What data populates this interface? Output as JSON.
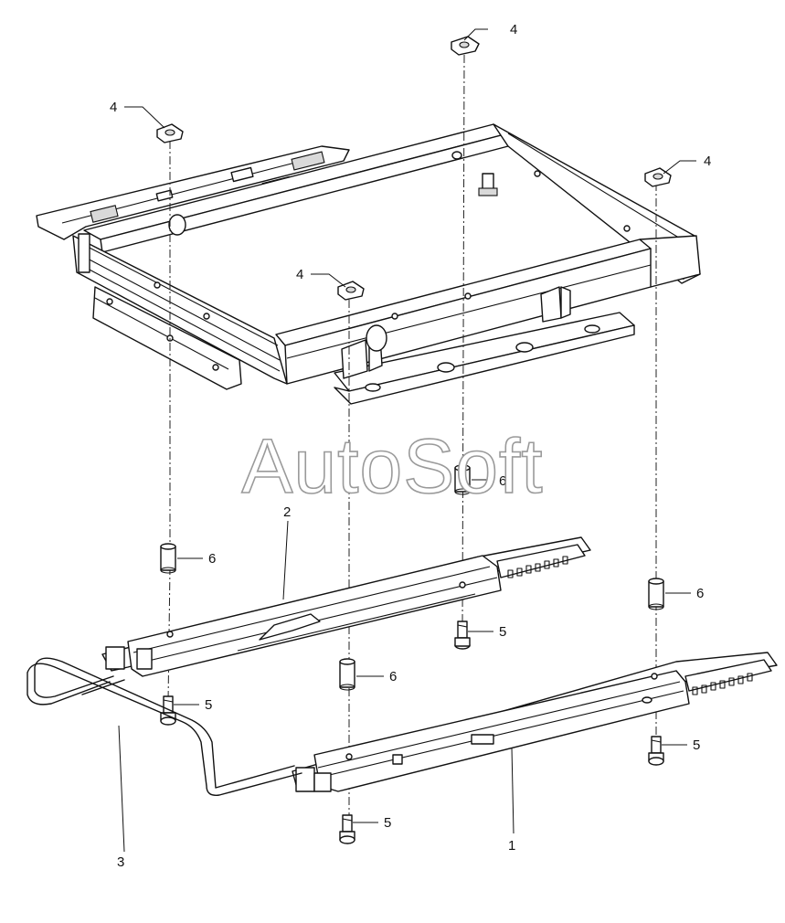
{
  "watermark": "AutoSoft",
  "callouts": {
    "c1": "1",
    "c2": "2",
    "c3": "3",
    "c4a": "4",
    "c4b": "4",
    "c4c": "4",
    "c4d": "4",
    "c5a": "5",
    "c5b": "5",
    "c5c": "5",
    "c5d": "5",
    "c6a": "6",
    "c6b": "6",
    "c6c": "6",
    "c6d": "6"
  }
}
